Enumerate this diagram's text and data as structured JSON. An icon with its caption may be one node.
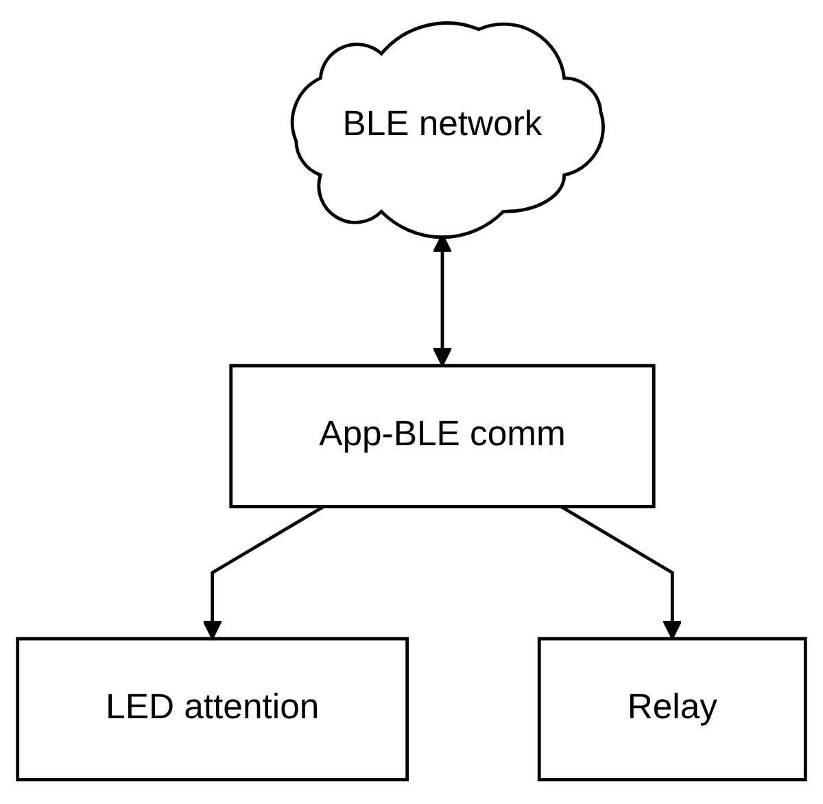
{
  "diagram": {
    "nodes": [
      {
        "text": [
          "BLE network"
        ]
      },
      {
        "text": [
          "App-BLE comm"
        ]
      },
      {
        "text": [
          "LED attention"
        ]
      },
      {
        "text": [
          "Relay"
        ]
      }
    ],
    "edges": [
      {
        "from": 0,
        "to": 1,
        "arrow": "both"
      },
      {
        "from": 1,
        "to": 2,
        "arrow": "to"
      },
      {
        "from": 1,
        "to": 3,
        "arrow": "to"
      }
    ]
  }
}
